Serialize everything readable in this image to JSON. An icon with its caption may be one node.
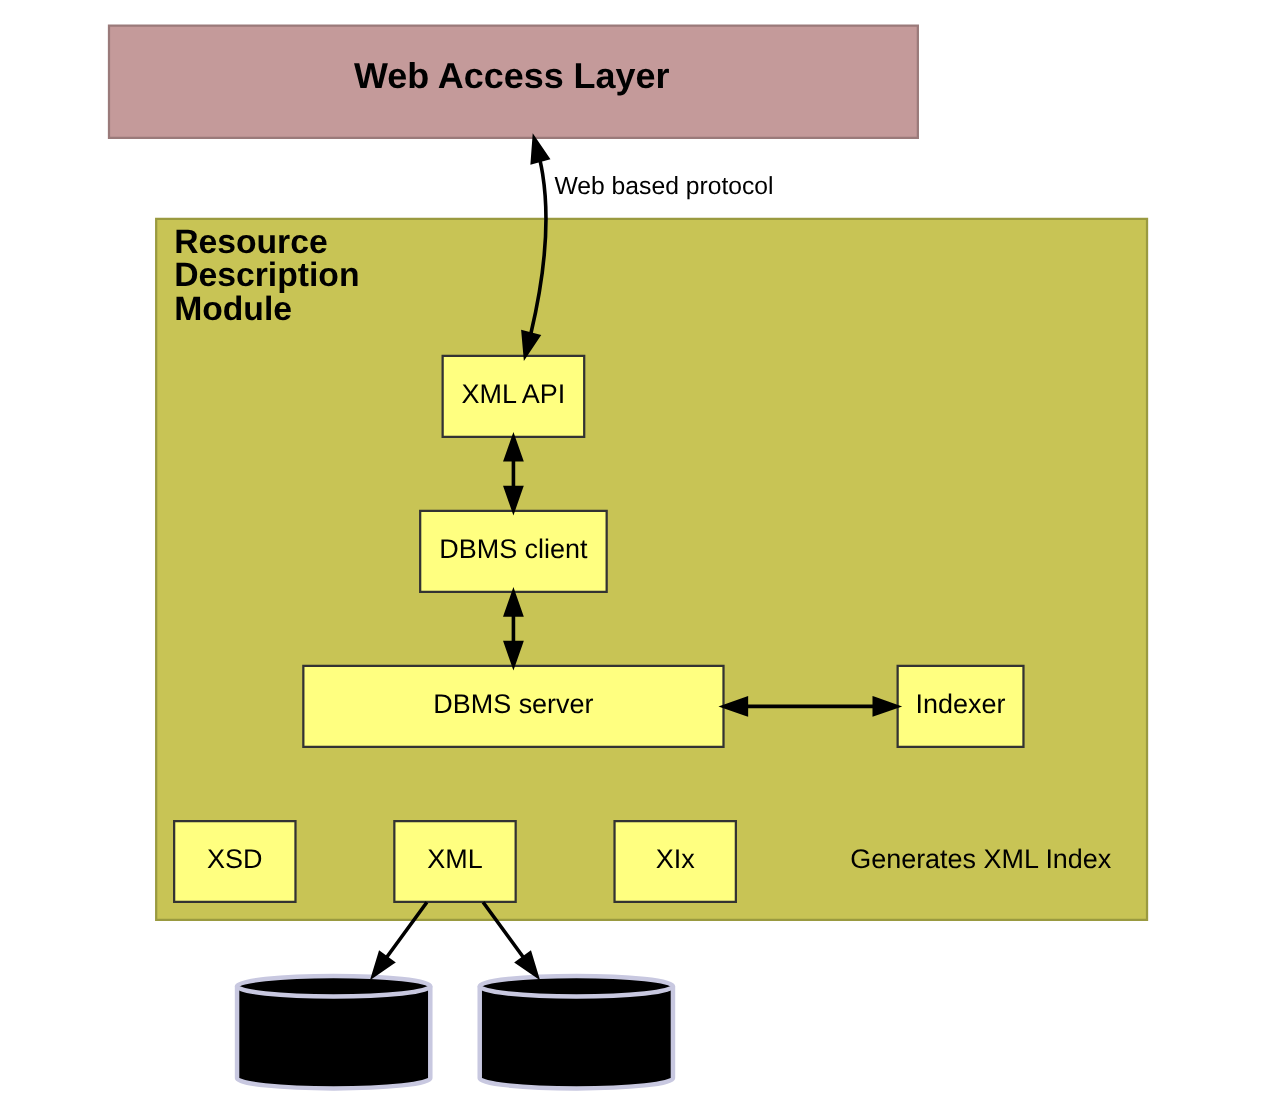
{
  "diagram": {
    "nodes": [
      {
        "text": [
          "Web Access Layer"
        ]
      },
      {
        "text": [
          "Resource Description Module"
        ]
      },
      {
        "text": [
          "XML API"
        ],
        "in": 1
      },
      {
        "text": [
          "DBMS client"
        ],
        "in": 1
      },
      {
        "text": [
          "DBMS server"
        ],
        "in": 1
      },
      {
        "text": [
          "Indexer"
        ],
        "in": 1,
        "beside": [
          "Generates XML Index"
        ]
      },
      {
        "text": [
          "XSD"
        ],
        "in": 1
      },
      {
        "text": [
          "XML"
        ],
        "in": 1
      },
      {
        "text": [
          "XIx"
        ],
        "in": 1
      },
      {
        "text": [],
        "shape": "cylinder"
      },
      {
        "text": [],
        "shape": "cylinder"
      }
    ],
    "edges": [
      {
        "from": 2,
        "to": 0,
        "arrow": "both",
        "label": "Web based protocol"
      },
      {
        "from": 2,
        "to": 3,
        "arrow": "both"
      },
      {
        "from": 3,
        "to": 4,
        "arrow": "both"
      },
      {
        "from": 4,
        "to": 5,
        "arrow": "both"
      },
      {
        "from": 7,
        "to": 9,
        "arrow": "to"
      },
      {
        "from": 7,
        "to": 10,
        "arrow": "to"
      }
    ]
  }
}
